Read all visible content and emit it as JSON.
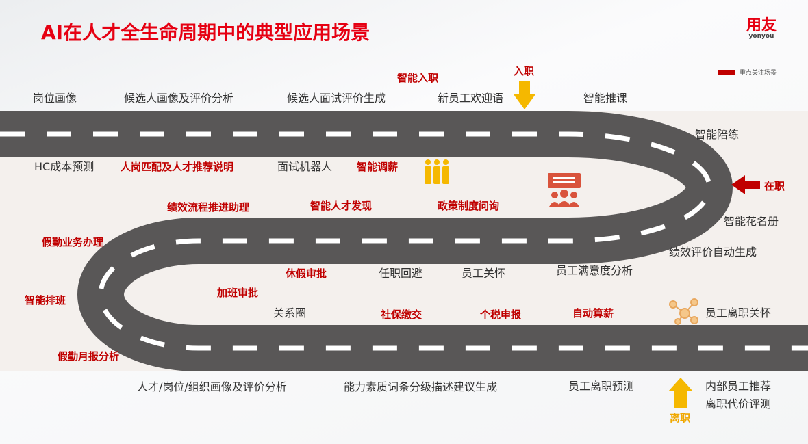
{
  "title": "AI在人才全生命周期中的典型应用场景",
  "logo": {
    "cn": "用友",
    "en": "yonyou"
  },
  "legend": {
    "label": "重点关注场景",
    "color": "#c00000"
  },
  "stages": {
    "onboard": "入职",
    "employed": "在职",
    "offboard": "离职"
  },
  "colors": {
    "accent": "#c00000",
    "road": "#595757",
    "arrow_yellow": "#f5b800"
  },
  "labels": {
    "l1": "智能入职",
    "l2": "岗位画像",
    "l3": "候选人画像及评价分析",
    "l4": "候选人面试评价生成",
    "l5": "新员工欢迎语",
    "l6": "智能推课",
    "l7": "智能陪练",
    "l8": "HC成本预测",
    "l9": "人岗匹配及人才推荐说明",
    "l10": "面试机器人",
    "l11": "智能调薪",
    "l12": "绩效流程推进助理",
    "l13": "智能人才发现",
    "l14": "政策制度问询",
    "l15": "智能花名册",
    "l16": "假勤业务办理",
    "l17": "绩效评价自动生成",
    "l18": "休假审批",
    "l19": "任职回避",
    "l20": "员工关怀",
    "l21": "员工满意度分析",
    "l22": "加班审批",
    "l23": "智能排班",
    "l24": "关系圈",
    "l25": "社保缴交",
    "l26": "个税申报",
    "l27": "自动算薪",
    "l28": "员工离职关怀",
    "l29": "假勤月报分析",
    "l30": "人才/岗位/组织画像及评价分析",
    "l31": "能力素质词条分级描述建议生成",
    "l32": "员工离职预测",
    "l33": "内部员工推荐",
    "l34": "离职代价评测"
  }
}
